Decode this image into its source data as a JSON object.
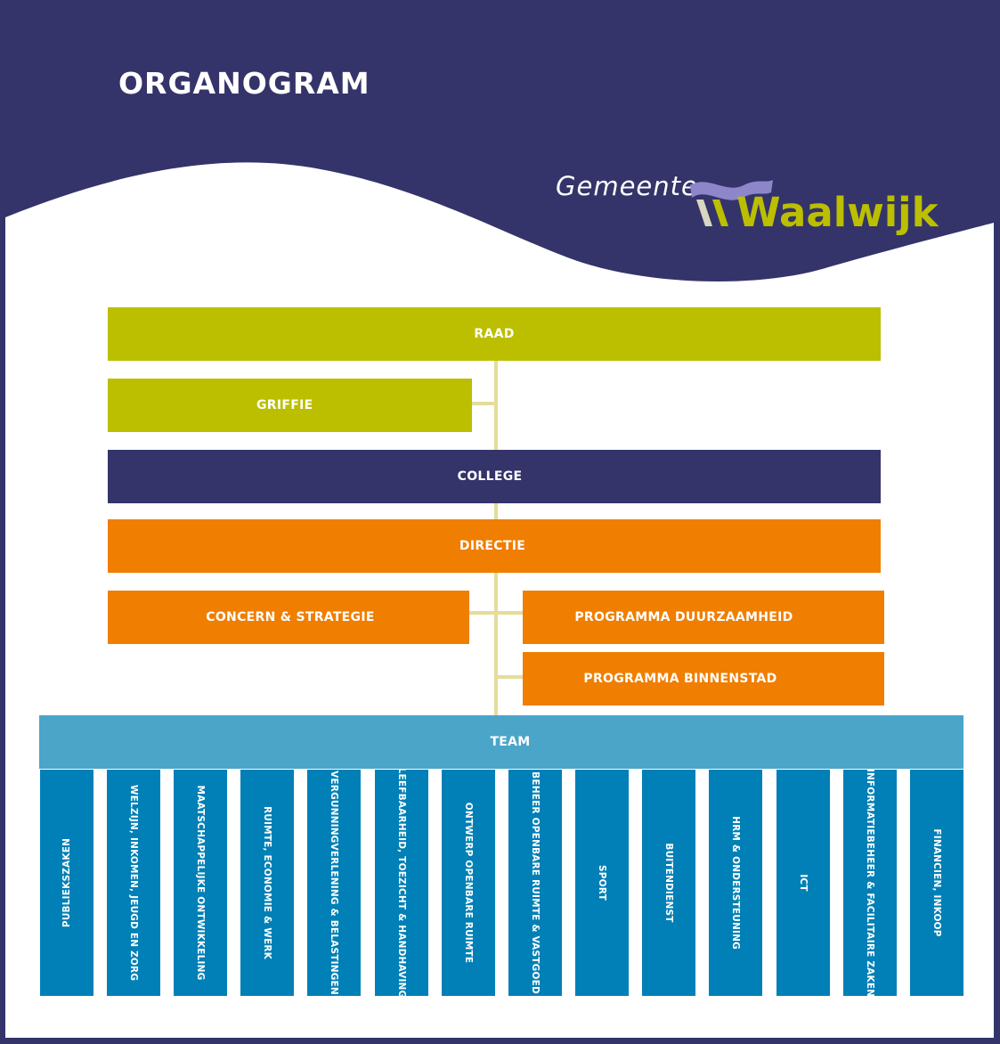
{
  "header": {
    "title": "ORGANOGRAM",
    "logo_prefix": "Gemeente",
    "logo_name": "Waalwijk"
  },
  "colors": {
    "navy": "#34346a",
    "lime": "#bbbf00",
    "orange": "#f07e00",
    "team_blue": "#4aa5c9",
    "unit_blue": "#0080b6",
    "connector": "#e3dd9a"
  },
  "chart": {
    "raad": "RAAD",
    "griffie": "GRIFFIE",
    "college": "COLLEGE",
    "directie": "DIRECTIE",
    "concern": "CONCERN & STRATEGIE",
    "prog_duurzaamheid": "PROGRAMMA DUURZAAMHEID",
    "prog_binnenstad": "PROGRAMMA BINNENSTAD",
    "team": "TEAM",
    "units": [
      "PUBLIEKSZAKEN",
      "WELZIJN, INKOMEN, JEUGD EN ZORG",
      "MAATSCHAPPELIJKE ONTWIKKELING",
      "RUIMTE, ECONOMIE & WERK",
      "VERGUNNINGVERLENING & BELASTINGEN",
      "LEEFBAARHEID, TOEZICHT & HANDHAVING",
      "ONTWERP OPENBARE RUIMTE",
      "BEHEER OPENBARE RUIMTE & VASTGOED",
      "SPORT",
      "BUITENDIENST",
      "HRM & ONDERSTEUNING",
      "ICT",
      "INFORMATIEBEHEER & FACILITAIRE ZAKEN",
      "FINANCIEN, INKOOP"
    ]
  }
}
